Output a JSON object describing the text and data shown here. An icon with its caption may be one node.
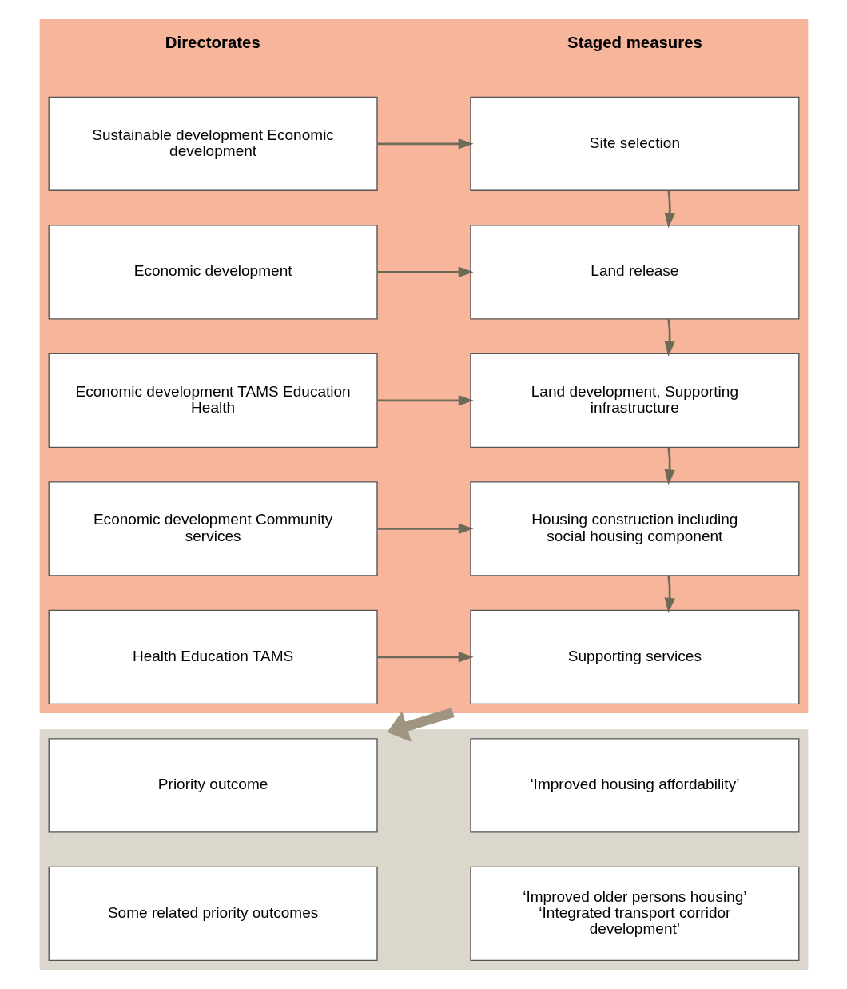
{
  "diagram": {
    "nodes": [
      {
        "text": [],
        "shape": "box"
      },
      {
        "text": [
          "Sustainable development Economic development"
        ],
        "in": 0
      },
      {
        "text": [
          "Economic development"
        ],
        "in": 0
      },
      {
        "text": [
          "Economic development TAMS Education Health"
        ],
        "in": 0
      },
      {
        "text": [
          "Economic development Community services"
        ],
        "in": 0
      },
      {
        "text": [
          "Health Education TAMS"
        ],
        "in": 0
      },
      {
        "text": [
          "Site selection"
        ],
        "in": 0
      },
      {
        "text": [
          "Land release"
        ],
        "in": 0
      },
      {
        "text": [
          "Land development, Supporting infrastructure"
        ],
        "in": 0
      },
      {
        "text": [
          "Housing construction including social housing component"
        ],
        "in": 0
      },
      {
        "text": [
          "Supporting services"
        ],
        "in": 0
      },
      {
        "text": [],
        "shape": "box"
      },
      {
        "text": [
          "Priority outcome"
        ],
        "in": 11
      },
      {
        "text": [
          "‘Improved housing affordability’"
        ],
        "in": 11
      },
      {
        "text": [
          "Some related priority outcomes"
        ],
        "in": 11
      },
      {
        "text": [
          "‘Improved older persons housing’",
          "‘Integrated transport corridor development’"
        ],
        "in": 11
      }
    ],
    "edges": [
      {
        "from": 1,
        "to": 6,
        "arrow": "to"
      },
      {
        "from": 6,
        "to": 7,
        "arrow": "to"
      },
      {
        "from": 2,
        "to": 7,
        "arrow": "to"
      },
      {
        "from": 7,
        "to": 8,
        "arrow": "to"
      },
      {
        "from": 3,
        "to": 8,
        "arrow": "to"
      },
      {
        "from": 8,
        "to": 9,
        "arrow": "to"
      },
      {
        "from": 4,
        "to": 9,
        "arrow": "to"
      },
      {
        "from": 9,
        "to": 10,
        "arrow": "to"
      },
      {
        "from": 5,
        "to": 10,
        "arrow": "to"
      },
      {
        "from": 0,
        "to": 11,
        "arrow": "to",
        "style": "thick",
        "color": "#a09580"
      }
    ],
    "labels": [
      "Directorates",
      "Staged measures"
    ]
  }
}
